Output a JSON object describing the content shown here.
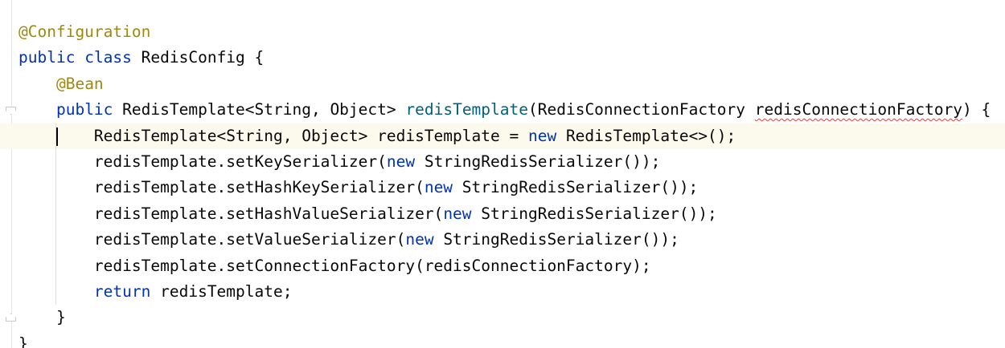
{
  "editor": {
    "language": "Java",
    "colors": {
      "annotation": "#9e880d",
      "keyword": "#0033b3",
      "method_declaration": "#00627a",
      "default_text": "#080808",
      "caret_line_background": "#fcfaed",
      "typo_underline": "#e0413a"
    },
    "lines": {
      "l1": {
        "annotation": "@Configuration"
      },
      "l2": {
        "kw1": "public",
        "kw2": "class",
        "name": " RedisConfig {"
      },
      "l3": {
        "annotation": "@Bean"
      },
      "l4": {
        "kw": "public",
        "return_type": " RedisTemplate<String, Object> ",
        "method": "redisTemplate",
        "params_start": "(RedisConnectionFactory ",
        "param": "redisConnectionFactory",
        "params_end": ") {"
      },
      "l5": {
        "decl": "RedisTemplate<String, Object> redisTemplate = ",
        "kw": "new",
        "rest": " RedisTemplate<>();"
      },
      "l6": {
        "call": "redisTemplate.setKeySerializer(",
        "kw": "new",
        "rest": " StringRedisSerializer());"
      },
      "l7": {
        "call": "redisTemplate.setHashKeySerializer(",
        "kw": "new",
        "rest": " StringRedisSerializer());"
      },
      "l8": {
        "call": "redisTemplate.setHashValueSerializer(",
        "kw": "new",
        "rest": " StringRedisSerializer());"
      },
      "l9": {
        "call": "redisTemplate.setValueSerializer(",
        "kw": "new",
        "rest": " StringRedisSerializer());"
      },
      "l10": {
        "text": "redisTemplate.setConnectionFactory(redisConnectionFactory);"
      },
      "l11": {
        "kw": "return",
        "rest": " redisTemplate;"
      },
      "l12": {
        "text": "}"
      },
      "l13": {
        "text": "}"
      }
    }
  }
}
